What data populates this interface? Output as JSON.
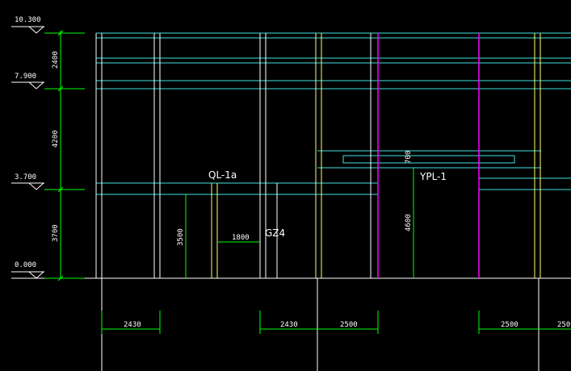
{
  "drawing": {
    "colors": {
      "background": "#000000",
      "beam": "#40e0e0",
      "column_white": "#ffffff",
      "column_yellow": "#ffff66",
      "column_magenta": "#ff00ff",
      "dimension": "#00ff00"
    },
    "levels": [
      "10.300",
      "7.900",
      "3.700",
      "0.000"
    ],
    "level_dims": [
      "2400",
      "4200",
      "3700"
    ],
    "annotations": {
      "ql": "QL-1a",
      "gz": "GZ4",
      "ypl": "YPL-1",
      "dim_3500": "3500",
      "dim_1800": "1800",
      "dim_4600": "4600",
      "dim_700": "700"
    },
    "bottom_dims": [
      "2430",
      "2430",
      "2500",
      "2500",
      "250"
    ]
  }
}
